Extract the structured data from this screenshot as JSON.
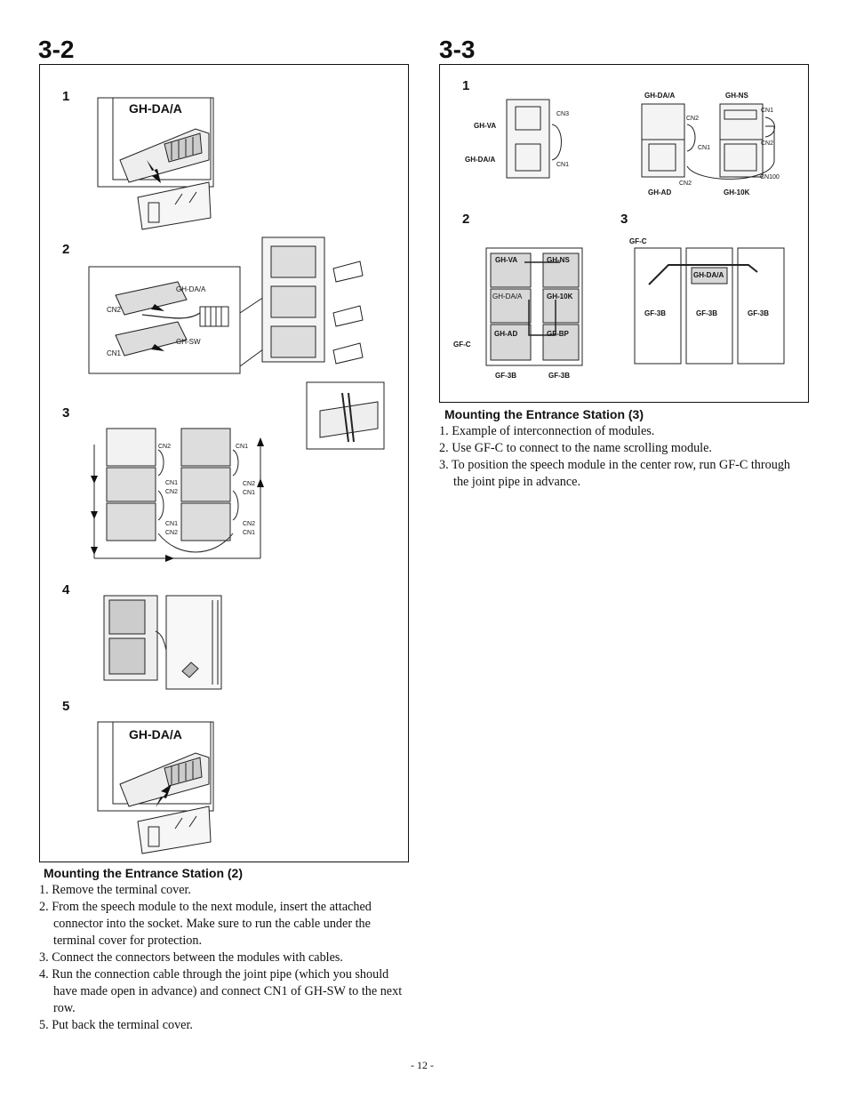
{
  "left": {
    "section": "3-2",
    "steps": {
      "s1": {
        "num": "1",
        "label": "GH-DA/A"
      },
      "s2": {
        "num": "2",
        "labels": {
          "da": "GH-DA/A",
          "cn2": "CN2",
          "sw": "GH-SW",
          "cn1": "CN1"
        }
      },
      "s3": {
        "num": "3",
        "labels": {
          "l_cn2": "CN2",
          "l_cn1a": "CN1",
          "l_cn2a": "CN2",
          "l_cn1b": "CN1",
          "l_cn2b": "CN2",
          "r_cn1": "CN1",
          "r_cn2a": "CN2",
          "r_cn1a": "CN1",
          "r_cn2b": "CN2",
          "r_cn1b": "CN1"
        }
      },
      "s4": {
        "num": "4"
      },
      "s5": {
        "num": "5",
        "label": "GH-DA/A"
      }
    },
    "heading": "Mounting the Entrance Station (2)",
    "instructions": [
      "1. Remove the terminal cover.",
      "2. From the speech module to the next module, insert the attached connector into the socket. Make sure to run the cable under the terminal cover for protection.",
      "3. Connect the connectors between the modules with cables.",
      "4. Run the connection cable through the joint pipe (which you should have made open in advance) and connect CN1 of GH-SW to the next row.",
      "5. Put back the terminal cover."
    ]
  },
  "right": {
    "section": "3-3",
    "steps": {
      "s1": {
        "num": "1",
        "labels": {
          "va": "GH-VA",
          "daa": "GH-DA/A",
          "cn3": "CN3",
          "cn1": "CN1",
          "da_top": "GH-DA/A",
          "ns": "GH-NS",
          "cn2a": "CN2",
          "cn1b": "CN1",
          "cn2b": "CN2",
          "cn1c": "CN1",
          "cn2c": "CN2",
          "cn100": "CN100",
          "ad": "GH-AD",
          "k10": "GH-10K"
        }
      },
      "s2": {
        "num": "2",
        "labels": {
          "va": "GH-VA",
          "ns": "GH-NS",
          "da": "GH-DA/A",
          "k10": "GH-10K",
          "ad": "GH-AD",
          "bp": "GF-BP",
          "gfc": "GF-C",
          "b1": "GF-3B",
          "b2": "GF-3B"
        }
      },
      "s3": {
        "num": "3",
        "labels": {
          "gfc": "GF-C",
          "da": "GH-DA/A",
          "b1": "GF-3B",
          "b2": "GF-3B",
          "b3": "GF-3B"
        }
      }
    },
    "heading": "Mounting the Entrance Station (3)",
    "instructions": [
      "1. Example of interconnection of modules.",
      "2. Use GF-C to connect to the name scrolling module.",
      "3. To position the speech module in the center row, run GF-C through the joint pipe in advance."
    ]
  },
  "page_number": "- 12 -"
}
